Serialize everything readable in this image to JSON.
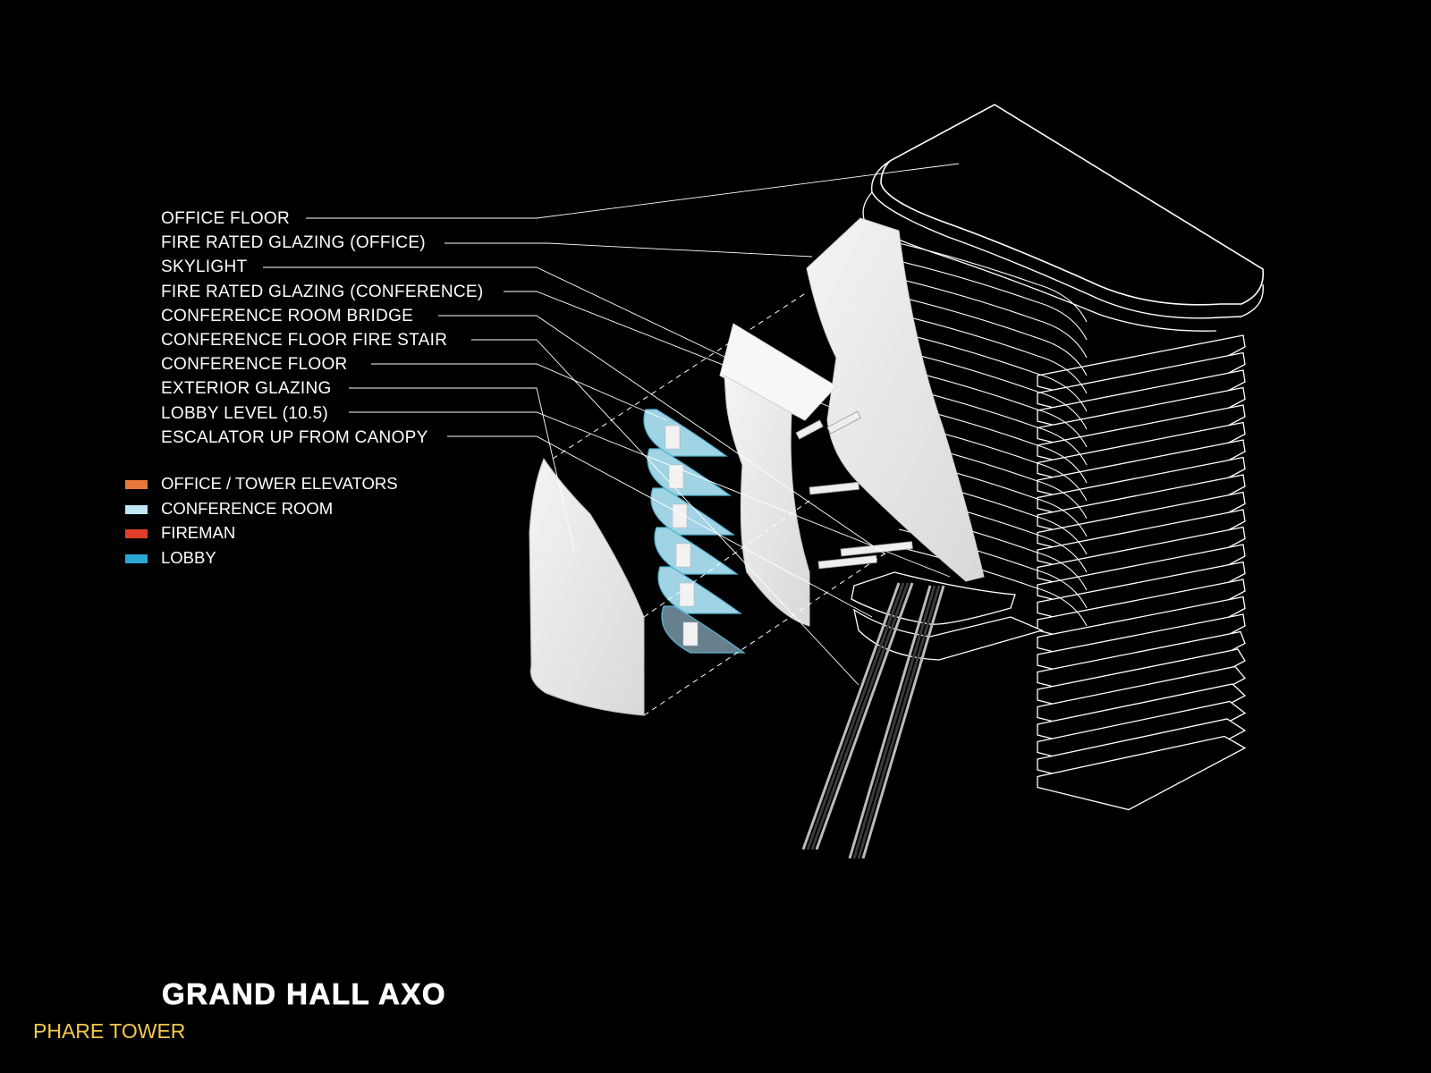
{
  "labels": [
    "OFFICE FLOOR",
    "FIRE RATED GLAZING (OFFICE)",
    "SKYLIGHT",
    "FIRE RATED GLAZING (CONFERENCE)",
    "CONFERENCE ROOM BRIDGE",
    "CONFERENCE FLOOR FIRE STAIR",
    "CONFERENCE FLOOR",
    "EXTERIOR GLAZING",
    "LOBBY LEVEL (10.5)",
    "ESCALATOR UP FROM CANOPY"
  ],
  "legend": [
    {
      "label": "OFFICE / TOWER ELEVATORS",
      "color": "#e8793a"
    },
    {
      "label": "CONFERENCE ROOM",
      "color": "#bfe8f5"
    },
    {
      "label": "FIREMAN",
      "color": "#e0402a"
    },
    {
      "label": "LOBBY",
      "color": "#2aa7d2"
    }
  ],
  "title": "GRAND HALL AXO",
  "subtitle": "PHARE TOWER",
  "colors": {
    "background": "#000000",
    "line": "#ffffff",
    "title": "#ffffff",
    "subtitle": "#f2c94c",
    "conference_glass": "#a9dff0",
    "escalator": "#3a3a3a"
  }
}
